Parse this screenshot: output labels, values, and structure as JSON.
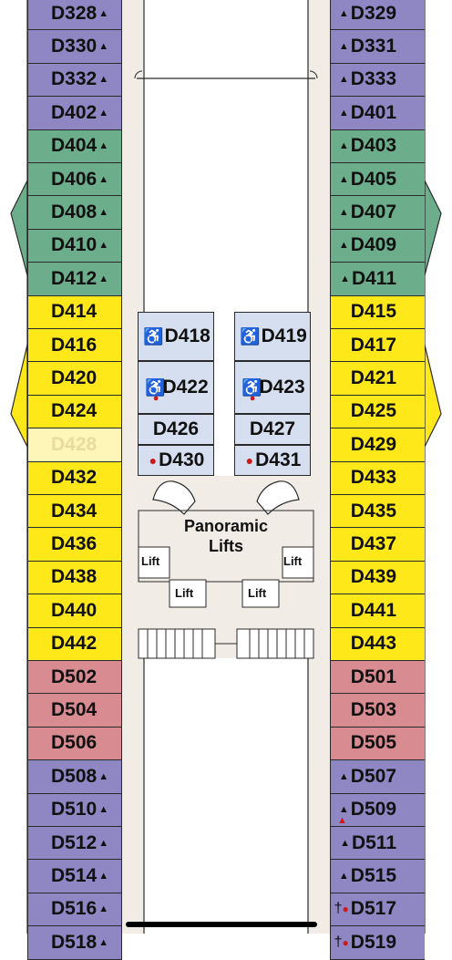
{
  "colors": {
    "purple": "#8f86c4",
    "green": "#6cae8c",
    "yellow": "#ffe81a",
    "yellow_faded": "#fdf6b8",
    "pink": "#d98b92",
    "inner": "#d6dff0",
    "corridor": "#f1ece6",
    "line": "#2a2a2a",
    "accessible_dot": "#d01818"
  },
  "cabins_left": [
    {
      "id": "D328",
      "color": "purple",
      "marker": "triangle"
    },
    {
      "id": "D330",
      "color": "purple",
      "marker": "triangle"
    },
    {
      "id": "D332",
      "color": "purple",
      "marker": "triangle"
    },
    {
      "id": "D402",
      "color": "purple",
      "marker": "triangle"
    },
    {
      "id": "D404",
      "color": "green",
      "marker": "triangle"
    },
    {
      "id": "D406",
      "color": "green",
      "marker": "triangle"
    },
    {
      "id": "D408",
      "color": "green",
      "marker": "triangle"
    },
    {
      "id": "D410",
      "color": "green",
      "marker": "triangle"
    },
    {
      "id": "D412",
      "color": "green",
      "marker": "triangle"
    },
    {
      "id": "D414",
      "color": "yellow",
      "marker": ""
    },
    {
      "id": "D416",
      "color": "yellow",
      "marker": ""
    },
    {
      "id": "D420",
      "color": "yellow",
      "marker": ""
    },
    {
      "id": "D424",
      "color": "yellow",
      "marker": ""
    },
    {
      "id": "D428",
      "color": "yellow_faded",
      "marker": ""
    },
    {
      "id": "D432",
      "color": "yellow",
      "marker": ""
    },
    {
      "id": "D434",
      "color": "yellow",
      "marker": ""
    },
    {
      "id": "D436",
      "color": "yellow",
      "marker": ""
    },
    {
      "id": "D438",
      "color": "yellow",
      "marker": ""
    },
    {
      "id": "D440",
      "color": "yellow",
      "marker": ""
    },
    {
      "id": "D442",
      "color": "yellow",
      "marker": ""
    },
    {
      "id": "D502",
      "color": "pink",
      "marker": ""
    },
    {
      "id": "D504",
      "color": "pink",
      "marker": ""
    },
    {
      "id": "D506",
      "color": "pink",
      "marker": ""
    },
    {
      "id": "D508",
      "color": "purple",
      "marker": "triangle"
    },
    {
      "id": "D510",
      "color": "purple",
      "marker": "triangle"
    },
    {
      "id": "D512",
      "color": "purple",
      "marker": "triangle"
    },
    {
      "id": "D514",
      "color": "purple",
      "marker": "triangle"
    },
    {
      "id": "D516",
      "color": "purple",
      "marker": "triangle"
    },
    {
      "id": "D518",
      "color": "purple",
      "marker": "triangle"
    }
  ],
  "cabins_right": [
    {
      "id": "D329",
      "color": "purple",
      "marker": "triangle"
    },
    {
      "id": "D331",
      "color": "purple",
      "marker": "triangle"
    },
    {
      "id": "D333",
      "color": "purple",
      "marker": "triangle"
    },
    {
      "id": "D401",
      "color": "purple",
      "marker": "triangle"
    },
    {
      "id": "D403",
      "color": "green",
      "marker": "triangle"
    },
    {
      "id": "D405",
      "color": "green",
      "marker": "triangle"
    },
    {
      "id": "D407",
      "color": "green",
      "marker": "triangle"
    },
    {
      "id": "D409",
      "color": "green",
      "marker": "triangle"
    },
    {
      "id": "D411",
      "color": "green",
      "marker": "triangle"
    },
    {
      "id": "D415",
      "color": "yellow",
      "marker": ""
    },
    {
      "id": "D417",
      "color": "yellow",
      "marker": ""
    },
    {
      "id": "D421",
      "color": "yellow",
      "marker": ""
    },
    {
      "id": "D425",
      "color": "yellow",
      "marker": ""
    },
    {
      "id": "D429",
      "color": "yellow",
      "marker": ""
    },
    {
      "id": "D433",
      "color": "yellow",
      "marker": ""
    },
    {
      "id": "D435",
      "color": "yellow",
      "marker": ""
    },
    {
      "id": "D437",
      "color": "yellow",
      "marker": ""
    },
    {
      "id": "D439",
      "color": "yellow",
      "marker": ""
    },
    {
      "id": "D441",
      "color": "yellow",
      "marker": ""
    },
    {
      "id": "D443",
      "color": "yellow",
      "marker": ""
    },
    {
      "id": "D501",
      "color": "pink",
      "marker": ""
    },
    {
      "id": "D503",
      "color": "pink",
      "marker": ""
    },
    {
      "id": "D505",
      "color": "pink",
      "marker": ""
    },
    {
      "id": "D507",
      "color": "purple",
      "marker": "triangle"
    },
    {
      "id": "D509",
      "color": "purple",
      "marker": "triangle-red"
    },
    {
      "id": "D511",
      "color": "purple",
      "marker": "triangle"
    },
    {
      "id": "D515",
      "color": "purple",
      "marker": "triangle"
    },
    {
      "id": "D517",
      "color": "purple",
      "marker": "dagger-dot"
    },
    {
      "id": "D519",
      "color": "purple",
      "marker": "dagger-dot"
    }
  ],
  "inner_cabins_left": [
    {
      "id": "D418",
      "marker": "wheelchair"
    },
    {
      "id": "D422",
      "marker": "wheelchair-dot"
    },
    {
      "id": "D426",
      "marker": ""
    },
    {
      "id": "D430",
      "marker": "dot"
    }
  ],
  "inner_cabins_right": [
    {
      "id": "D419",
      "marker": "wheelchair"
    },
    {
      "id": "D423",
      "marker": "wheelchair-dot"
    },
    {
      "id": "D427",
      "marker": ""
    },
    {
      "id": "D431",
      "marker": "dot"
    }
  ],
  "lifts": {
    "panoramic_line1": "Panoramic",
    "panoramic_line2": "Lifts",
    "lift_label": "Lift"
  }
}
